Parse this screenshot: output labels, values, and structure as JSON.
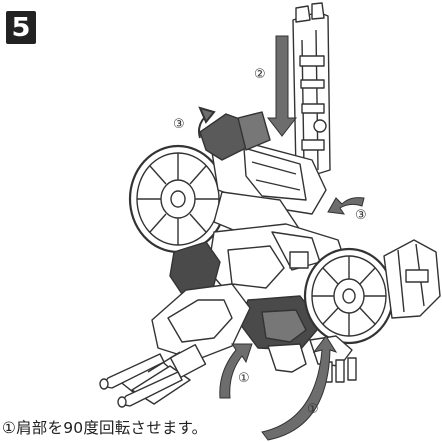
{
  "step": {
    "number": "5",
    "badge_color": "#222222"
  },
  "callouts": {
    "c1_upper": "①",
    "c1_lower": "①",
    "c2": "②",
    "c3_left": "③",
    "c3_right": "③"
  },
  "caption": "①肩部を90度回転させます。",
  "icons": [
    "rotate-arrow-icon",
    "push-down-arrow-icon",
    "curved-arrow-icon"
  ],
  "colors": {
    "line": "#333333",
    "part_fill": "#ffffff",
    "dark_part": "#4a4a4a",
    "arrow_fill": "#6d6d6d"
  }
}
